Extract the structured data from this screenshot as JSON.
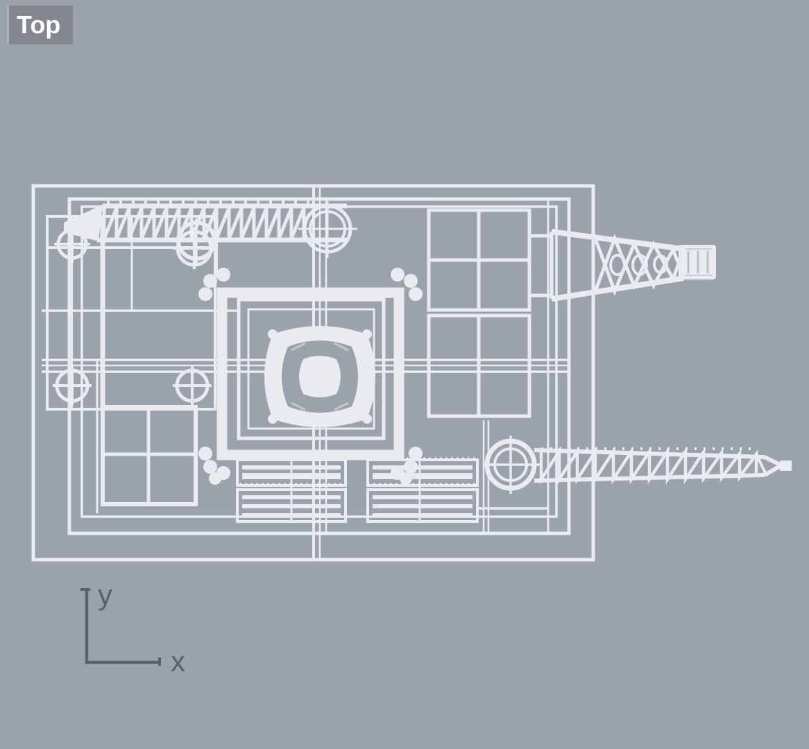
{
  "viewport": {
    "label": "Top"
  },
  "axis_indicator": {
    "x_label": "x",
    "y_label": "y"
  },
  "colors": {
    "background": "#9aa2ab",
    "wireframe": "#e9ebee",
    "label_background": "#84878d",
    "label_text": "#ffffff",
    "label_border": "#aeb3b9",
    "axis": "#5c6167"
  }
}
